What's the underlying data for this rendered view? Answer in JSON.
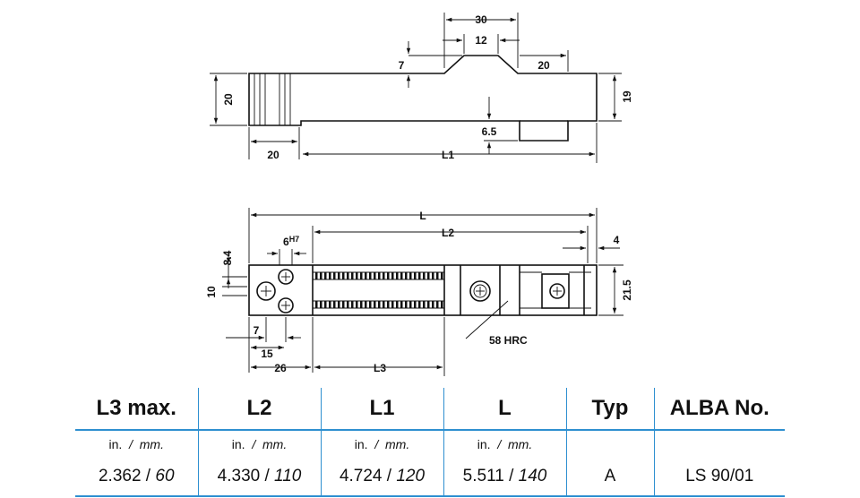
{
  "drawing": {
    "side_view": {
      "dim_30": "30",
      "dim_12": "12",
      "dim_7": "7",
      "dim_20_top": "20",
      "dim_20_left": "20",
      "dim_19": "19",
      "dim_6_5": "6.5",
      "dim_20_bottom": "20",
      "dim_L1": "L1"
    },
    "top_view": {
      "dim_L": "L",
      "dim_L2": "L2",
      "dim_4": "4",
      "dim_8_4": "8.4",
      "dim_6h7_base": "6",
      "dim_6h7_sup": "H7",
      "dim_10": "10",
      "dim_21_5": "21.5",
      "dim_7": "7",
      "dim_15": "15",
      "dim_26": "26",
      "dim_L3": "L3",
      "hardness_note": "58 HRC"
    }
  },
  "table": {
    "headers": [
      "L3 max.",
      "L2",
      "L1",
      "L",
      "Typ",
      "ALBA No."
    ],
    "unit_in": "in.",
    "unit_sep": "/",
    "unit_mm": "mm.",
    "rows": [
      {
        "l3_in": "2.362",
        "l3_mm": "60",
        "l2_in": "4.330",
        "l2_mm": "110",
        "l1_in": "4.724",
        "l1_mm": "120",
        "l_in": "5.511",
        "l_mm": "140",
        "typ": "A",
        "alba_no": "LS 90/01"
      }
    ]
  },
  "colors": {
    "table_rule": "#2e8fd0",
    "ink": "#111111"
  }
}
